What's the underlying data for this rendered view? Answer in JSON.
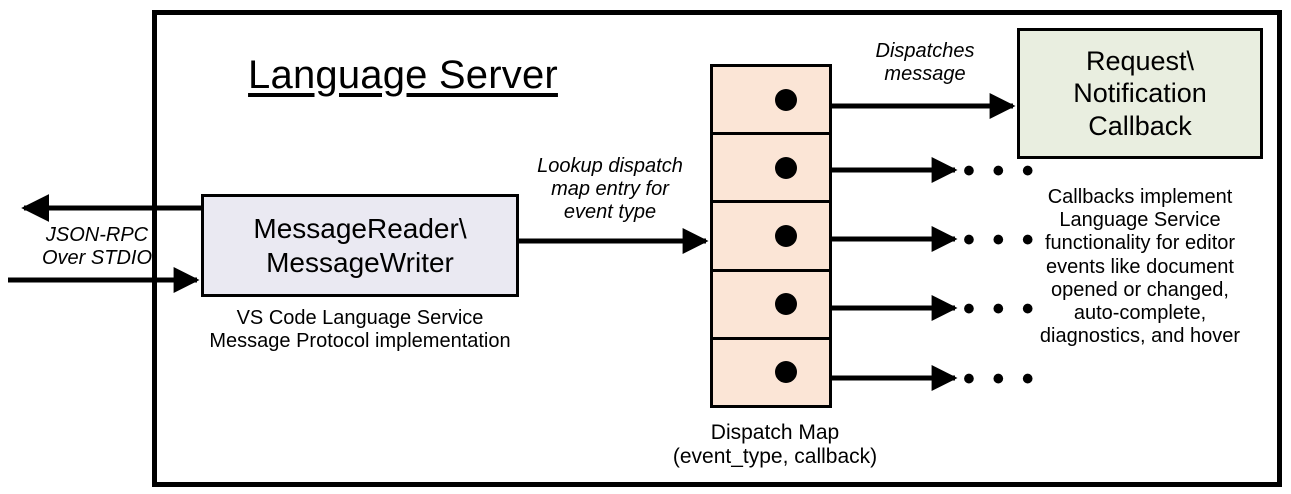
{
  "diagram": {
    "title": "Language Server",
    "frame_name": "language-server-boundary"
  },
  "external_io": {
    "label": "JSON-RPC\nOver STDIO",
    "outgoing_arrow": "arrow-out-left",
    "incoming_arrow": "arrow-in-right"
  },
  "reader": {
    "title": "MessageReader\\\nMessageWriter",
    "caption": "VS Code Language Service\nMessage Protocol implementation"
  },
  "lookup": {
    "label": "Lookup dispatch\nmap entry for\nevent type"
  },
  "dispatch_map": {
    "caption": "Dispatch Map\n(event_type, callback)",
    "cell_count": 5,
    "cells": [
      {
        "index": 0,
        "target": "Request\\Notification Callback"
      },
      {
        "index": 1,
        "target": "..."
      },
      {
        "index": 2,
        "target": "..."
      },
      {
        "index": 3,
        "target": "..."
      },
      {
        "index": 4,
        "target": "..."
      }
    ],
    "ellipsis": "• • •"
  },
  "dispatch_edge": {
    "label": "Dispatches\nmessage"
  },
  "callback": {
    "title": "Request\\\nNotification\nCallback",
    "caption": "Callbacks implement\nLanguage Service\nfunctionality for editor\nevents like document\nopened or changed,\nauto-complete,\ndiagnostics, and hover"
  },
  "colors": {
    "stroke": "#000000",
    "background": "#ffffff",
    "reader_fill": "#eae9f2",
    "map_fill": "#fbe5d6",
    "callback_fill": "#e9eee0"
  }
}
